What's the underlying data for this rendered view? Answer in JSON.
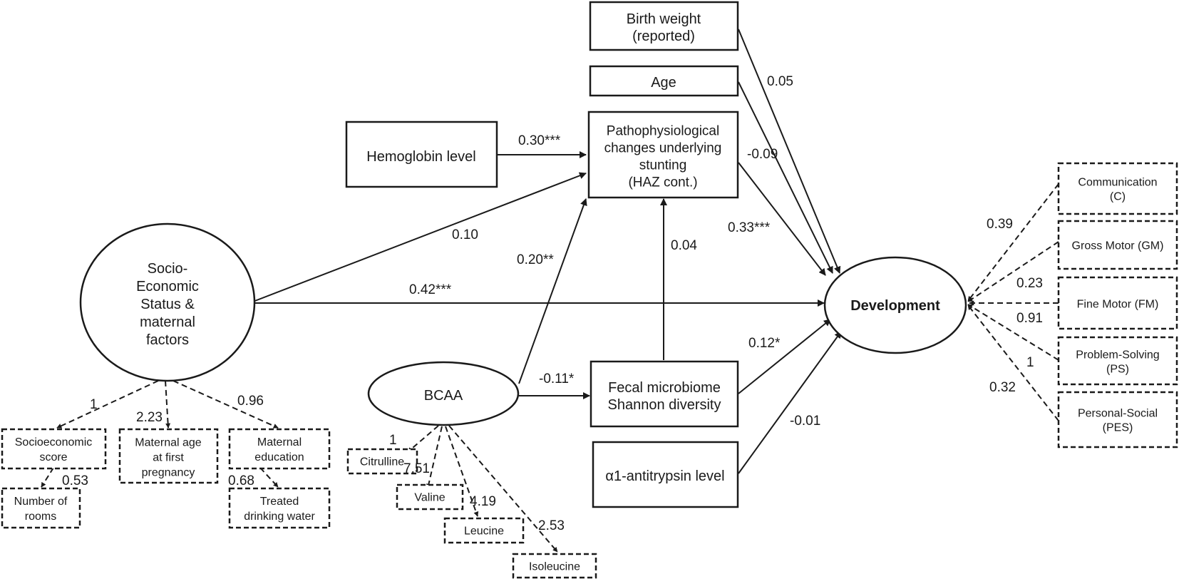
{
  "nodes": {
    "birth_weight": [
      "Birth weight",
      "(reported)"
    ],
    "age": [
      "Age"
    ],
    "hemoglobin": [
      "Hemoglobin level"
    ],
    "haz": [
      "Pathophysiological",
      "changes underlying",
      "stunting",
      "(HAZ cont.)"
    ],
    "ses": [
      "Socio-",
      "Economic",
      "Status &",
      "maternal",
      "factors"
    ],
    "bcaa": [
      "BCAA"
    ],
    "fecal": [
      "Fecal microbiome",
      "Shannon diversity"
    ],
    "a1at": [
      "α1-antitrypsin level"
    ],
    "development": [
      "Development"
    ],
    "communication": [
      "Communication",
      "(C)"
    ],
    "gross_motor": [
      "Gross Motor (GM)"
    ],
    "fine_motor": [
      "Fine Motor (FM)"
    ],
    "problem_solving": [
      "Problem-Solving",
      "(PS)"
    ],
    "personal_social": [
      "Personal-Social",
      "(PES)"
    ],
    "socioeconomic_score": [
      "Socioeconomic",
      "score"
    ],
    "maternal_age": [
      "Maternal age",
      "at first",
      "pregnancy"
    ],
    "maternal_education": [
      "Maternal",
      "education"
    ],
    "number_of_rooms": [
      "Number of",
      "rooms"
    ],
    "treated_water": [
      "Treated",
      "drinking water"
    ],
    "citrulline": [
      "Citrulline"
    ],
    "valine": [
      "Valine"
    ],
    "leucine": [
      "Leucine"
    ],
    "isoleucine": [
      "Isoleucine"
    ]
  },
  "paths": {
    "hemoglobin_haz": "0.30***",
    "ses_haz": "0.10",
    "ses_development": "0.42***",
    "bcaa_haz": "0.20**",
    "bcaa_fecal": "-0.11*",
    "fecal_haz": "0.04",
    "birthweight_development": "0.05",
    "age_development": "-0.09",
    "haz_development": "0.33***",
    "fecal_development": "0.12*",
    "a1at_development": "-0.01"
  },
  "loadings": {
    "ses_socioeconomic_score": "1",
    "ses_maternal_age": "2.23",
    "ses_maternal_education": "0.96",
    "socioeconomic_score_rooms": "0.53",
    "maternal_education_water": "0.68",
    "bcaa_citrulline": "1",
    "bcaa_valine": "7.51",
    "bcaa_leucine": "4.19",
    "bcaa_isoleucine": "2.53",
    "development_communication": "0.39",
    "development_gross_motor": "0.23",
    "development_fine_motor": "0.91",
    "development_problem_solving": "1",
    "development_personal_social": "0.32"
  }
}
